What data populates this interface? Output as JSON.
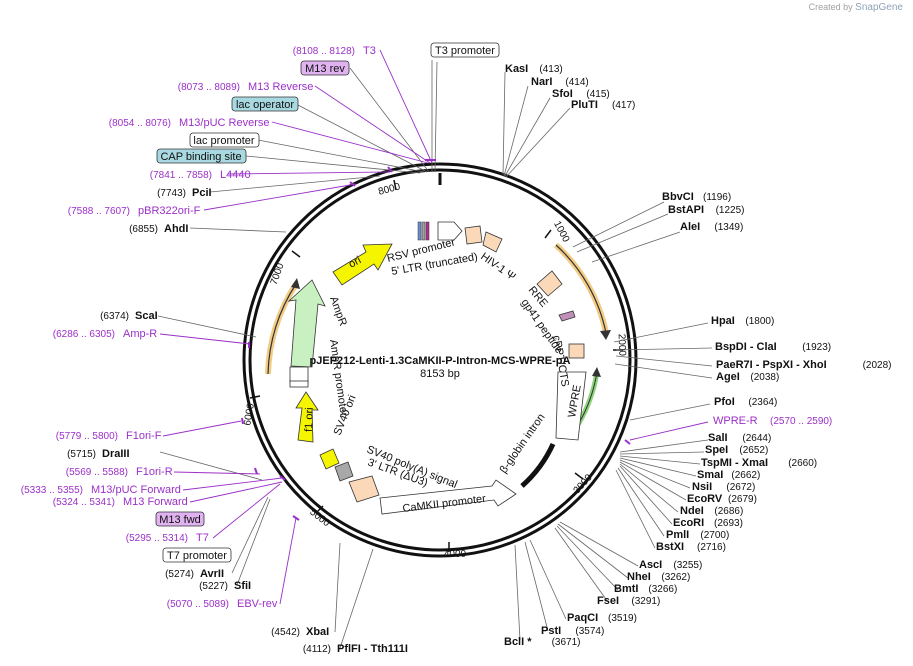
{
  "watermark": {
    "prefix": "Created by",
    "brand": "SnapGene"
  },
  "plasmid": {
    "name": "pJEP212-Lenti-1.3CaMKII-P-Intron-MCS-WPRE-pA",
    "length": "8153 bp"
  },
  "ticks": [
    "1000",
    "2000",
    "3000",
    "4000",
    "5000",
    "6000",
    "7000",
    "8000"
  ],
  "boxed_labels": [
    {
      "text": "T3 promoter",
      "style": "white"
    },
    {
      "text": "M13 rev",
      "style": "purple"
    },
    {
      "text": "lac operator",
      "style": "teal"
    },
    {
      "text": "lac promoter",
      "style": "white"
    },
    {
      "text": "CAP binding site",
      "style": "teal"
    },
    {
      "text": "M13 fwd",
      "style": "purple"
    },
    {
      "text": "T7 promoter",
      "style": "white"
    }
  ],
  "sites_right": [
    {
      "name": "KasI",
      "pos": "(413)"
    },
    {
      "name": "NarI",
      "pos": "(414)"
    },
    {
      "name": "SfoI",
      "pos": "(415)"
    },
    {
      "name": "PluTI",
      "pos": "(417)"
    },
    {
      "name": "BbvCI",
      "pos": "(1196)"
    },
    {
      "name": "BstAPI",
      "pos": "(1225)"
    },
    {
      "name": "AleI",
      "pos": "(1349)"
    },
    {
      "name": "HpaI",
      "pos": "(1800)"
    },
    {
      "name": "BspDI - ClaI",
      "pos": "(1923)"
    },
    {
      "name": "PaeR7I - PspXI - XhoI",
      "pos": "(2028)"
    },
    {
      "name": "AgeI",
      "pos": "(2038)"
    },
    {
      "name": "PfoI",
      "pos": "(2364)"
    },
    {
      "name": "SalI",
      "pos": "(2644)"
    },
    {
      "name": "SpeI",
      "pos": "(2652)"
    },
    {
      "name": "TspMI - XmaI",
      "pos": "(2660)"
    },
    {
      "name": "SmaI",
      "pos": "(2662)"
    },
    {
      "name": "NsiI",
      "pos": "(2672)"
    },
    {
      "name": "EcoRV",
      "pos": "(2679)"
    },
    {
      "name": "NdeI",
      "pos": "(2686)"
    },
    {
      "name": "EcoRI",
      "pos": "(2693)"
    },
    {
      "name": "PmlI",
      "pos": "(2700)"
    },
    {
      "name": "BstXI",
      "pos": "(2716)"
    },
    {
      "name": "AscI",
      "pos": "(3255)"
    },
    {
      "name": "NheI",
      "pos": "(3262)"
    },
    {
      "name": "BmtI",
      "pos": "(3266)"
    },
    {
      "name": "FseI",
      "pos": "(3291)"
    },
    {
      "name": "PaqCI",
      "pos": "(3519)"
    },
    {
      "name": "PstI",
      "pos": "(3574)"
    },
    {
      "name": "BclI *",
      "pos": "(3671)"
    }
  ],
  "sites_left": [
    {
      "name": "PciI",
      "pos": "(7743)"
    },
    {
      "name": "AhdI",
      "pos": "(6855)"
    },
    {
      "name": "ScaI",
      "pos": "(6374)"
    },
    {
      "name": "DraIII",
      "pos": "(5715)"
    },
    {
      "name": "AvrII",
      "pos": "(5274)"
    },
    {
      "name": "SfiI",
      "pos": "(5227)"
    },
    {
      "name": "XbaI",
      "pos": "(4542)"
    },
    {
      "name": "PflFI - Tth111I",
      "pos": "(4112)"
    }
  ],
  "primers_right": [
    {
      "name": "WPRE-R",
      "pos": "(2570 .. 2590)"
    }
  ],
  "primers_left": [
    {
      "name": "T3",
      "pos": "(8108 .. 8128)"
    },
    {
      "name": "M13 Reverse",
      "pos": "(8073 .. 8089)"
    },
    {
      "name": "M13/pUC Reverse",
      "pos": "(8054 .. 8076)"
    },
    {
      "name": "L4440",
      "pos": "(7841 .. 7858)"
    },
    {
      "name": "pBR322ori-F",
      "pos": "(7588 .. 7607)"
    },
    {
      "name": "Amp-R",
      "pos": "(6286 .. 6305)"
    },
    {
      "name": "F1ori-F",
      "pos": "(5779 .. 5800)"
    },
    {
      "name": "F1ori-R",
      "pos": "(5569 .. 5588)"
    },
    {
      "name": "M13/pUC Forward",
      "pos": "(5333 .. 5355)"
    },
    {
      "name": "M13 Forward",
      "pos": "(5324 .. 5341)"
    },
    {
      "name": "T7",
      "pos": "(5295 .. 5314)"
    },
    {
      "name": "EBV-rev",
      "pos": "(5070 .. 5089)"
    }
  ],
  "features": {
    "rsv_promoter": "RSV promoter",
    "ltr5": "5' LTR (truncated)",
    "hiv_psi": "HIV-1 Ψ",
    "rre": "RRE",
    "gp41": "gp41 peptide",
    "cppt": "cPPT/CTS",
    "wpre": "WPRE",
    "bglobin": "β-globin intron",
    "camkii": "CaMKII promoter",
    "ltr3": "3' LTR (ΔU3)",
    "sv40pa": "SV40 poly(A) signal",
    "sv40ori": "SV40 ori",
    "f1ori": "f1 ori",
    "amp_promoter": "AmpR promoter",
    "ampr": "AmpR",
    "ori": "ori"
  },
  "colors": {
    "primer": "#9b30c8",
    "ori": "#f5f500",
    "ampr": "#c8f0c0",
    "ltr": "#fbd9b8",
    "orange_arc": "#e8a020",
    "green_arc": "#5cc040",
    "boxed_purple": "#e0b3f0",
    "boxed_teal": "#a8d8e0"
  }
}
